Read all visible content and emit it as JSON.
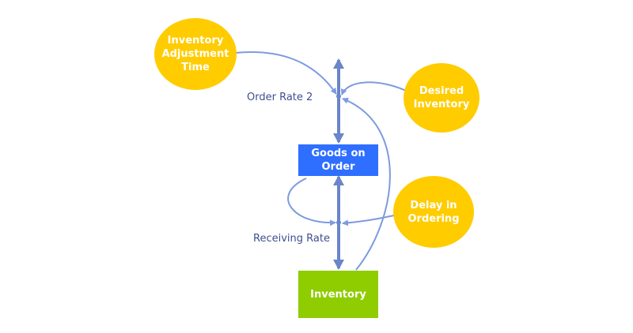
{
  "nodes": {
    "inventory_adjustment_time": {
      "label": "Inventory\nAdjustment\nTime"
    },
    "desired_inventory": {
      "label": "Desired\nInventory"
    },
    "delay_in_ordering": {
      "label": "Delay in\nOrdering"
    },
    "goods_on_order": {
      "label": "Goods on\nOrder"
    },
    "inventory": {
      "label": "Inventory"
    }
  },
  "flows": {
    "order_rate": "Order Rate 2",
    "receiving_rate": "Receiving Rate"
  },
  "colors": {
    "auxiliary": "#ffcc00",
    "goods_on_order": "#2f6fff",
    "inventory": "#8fcc00",
    "flow": "#6a85c9",
    "link": "#7d9be0"
  }
}
